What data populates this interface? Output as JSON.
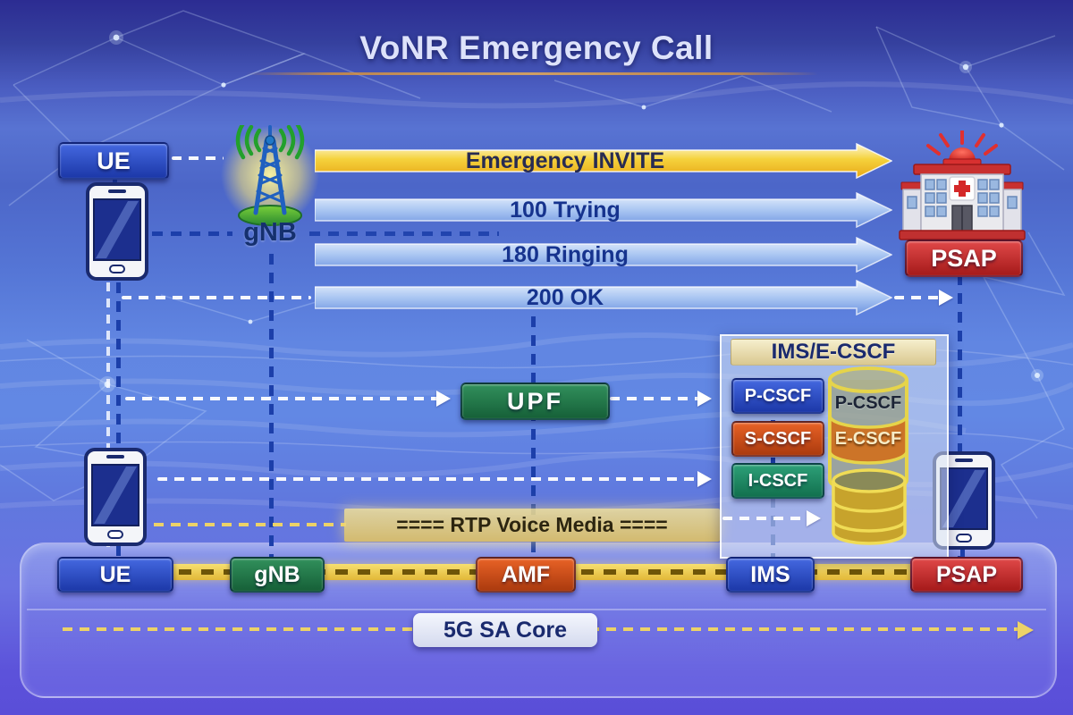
{
  "title": "VoNR Emergency Call",
  "top_flow": {
    "ue_label": "UE",
    "gnb_label": "gNB",
    "psap_label": "PSAP",
    "arrows": [
      {
        "label": "Emergency INVITE",
        "style": "gold"
      },
      {
        "label": "100 Trying",
        "style": "blue"
      },
      {
        "label": "180 Ringing",
        "style": "blue"
      },
      {
        "label": "200 OK",
        "style": "blue"
      }
    ]
  },
  "mid": {
    "upf_label": "UPF",
    "rtp_label": "==== RTP Voice Media ====",
    "ims_panel": {
      "header": "IMS/E-CSCF",
      "boxes": [
        "P-CSCF",
        "S-CSCF",
        "I-CSCF"
      ],
      "cylinder_labels": [
        "P-CSCF",
        "E-CSCF"
      ]
    }
  },
  "bottom": {
    "nodes": [
      "UE",
      "gNB",
      "AMF",
      "IMS",
      "PSAP"
    ],
    "core_label": "5G SA Core"
  },
  "icons": {
    "phone": "smartphone-icon",
    "tower": "cell-tower-icon",
    "building": "emergency-building-icon",
    "database": "database-icon"
  },
  "colors": {
    "gold_arrow": "#f2c21c",
    "blue_arrow": "#7e9fe4",
    "navy_text": "#16307e",
    "node_blue": "#2a48c0",
    "node_green": "#22784a",
    "node_orange": "#cc4818",
    "node_red": "#c02424",
    "band_gold": "#eecf5a"
  }
}
